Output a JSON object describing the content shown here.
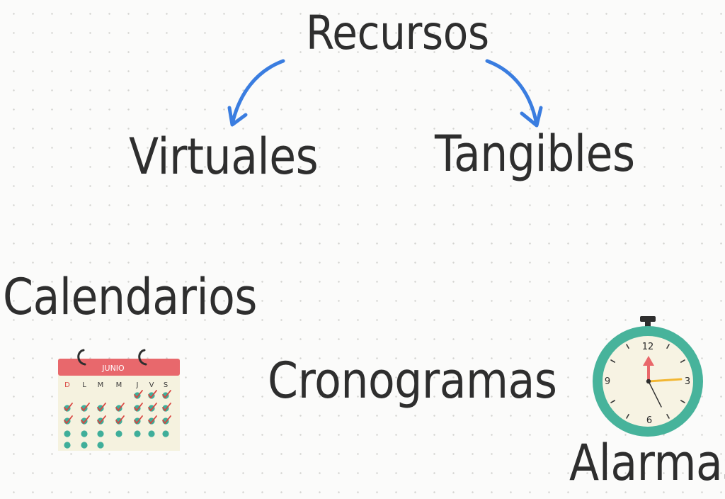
{
  "diagram": {
    "root": "Recursos",
    "branches": [
      "Virtuales",
      "Tangibles"
    ],
    "items": {
      "calendarios": "Calendarios",
      "cronogramas": "Cronogramas",
      "alarmas": "Alarmas"
    }
  },
  "calendar": {
    "month": "JUNIO",
    "days": [
      "D",
      "L",
      "M",
      "M",
      "J",
      "V",
      "S"
    ],
    "icon": "calendar-icon"
  },
  "clock": {
    "numbers": [
      "12",
      "3",
      "6",
      "9"
    ],
    "icon": "alarm-clock-icon"
  },
  "colors": {
    "arrow": "#3a7de0",
    "calendar_header": "#e8686c",
    "calendar_body": "#f5f2df",
    "dot_teal": "#3fae9a",
    "check_red": "#d9443f",
    "clock_ring": "#47b39b",
    "clock_face": "#f7f3e3",
    "hour_hand": "#e9676a",
    "minute_hand": "#f2b632"
  }
}
